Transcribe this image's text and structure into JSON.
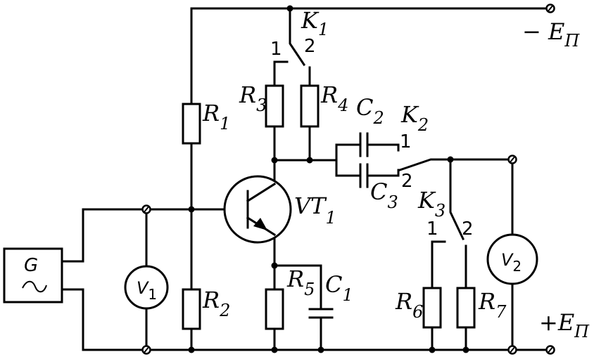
{
  "labels": {
    "k1": "K",
    "k1_sub": "1",
    "k1_pos1": "1",
    "k1_pos2": "2",
    "neg_supply": "− E",
    "neg_supply_sub": "П",
    "pos_supply": "+E",
    "pos_supply_sub": "П",
    "r1": "R",
    "r1_sub": "1",
    "r2": "R",
    "r2_sub": "2",
    "r3": "R",
    "r3_sub": "3",
    "r4": "R",
    "r4_sub": "4",
    "r5": "R",
    "r5_sub": "5",
    "r6": "R",
    "r6_sub": "6",
    "r7": "R",
    "r7_sub": "7",
    "c1": "C",
    "c1_sub": "1",
    "c2": "C",
    "c2_sub": "2",
    "c3": "C",
    "c3_sub": "3",
    "k2": "K",
    "k2_sub": "2",
    "k2_pos1": "1",
    "k2_pos2": "2",
    "k3": "K",
    "k3_sub": "3",
    "k3_pos1": "1",
    "k3_pos2": "2",
    "vt1": "VT",
    "vt1_sub": "1",
    "generator": "G",
    "v1": "V",
    "v1_sub": "1",
    "v2": "V",
    "v2_sub": "2"
  }
}
